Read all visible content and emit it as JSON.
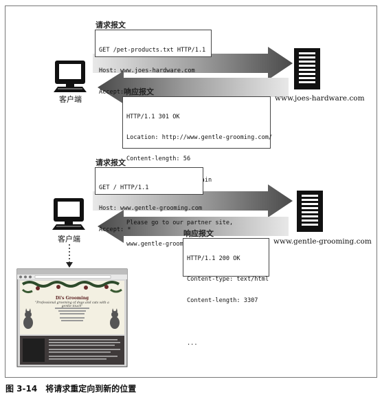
{
  "figure": {
    "caption_number": "图 3-14",
    "caption_text": "将请求重定向到新的位置"
  },
  "exchange1": {
    "request_heading": "请求报文",
    "request_lines": [
      "GET /pet-products.txt HTTP/1.1",
      "Host: www.joes-hardware.com",
      "Accept: *"
    ],
    "response_heading": "响应报文",
    "response_lines": [
      "HTTP/1.1 301 OK",
      "Location: http://www.gentle-grooming.com/",
      "Content-length: 56",
      "Content-type: text/plain",
      "",
      "Please go to our partner site,",
      "www.gentle-grooming.com"
    ],
    "client_label": "客户端",
    "server_label": "www.joes-hardware.com"
  },
  "exchange2": {
    "request_heading": "请求报文",
    "request_lines": [
      "GET / HTTP/1.1",
      "Host: www.gentle-grooming.com",
      "Accept: *"
    ],
    "response_heading": "响应报文",
    "response_lines": [
      "HTTP/1.1 200 OK",
      "Content-type: text/html",
      "Content-length: 3307",
      "",
      "..."
    ],
    "client_label": "客户端",
    "server_label": "www.gentle-grooming.com"
  },
  "browser": {
    "site_title": "Di's Grooming",
    "tagline": "\"Professional grooming of dogs and cats with a gentle touch\""
  },
  "colors": {
    "arrow_dark": "#4a4a4a",
    "arrow_light": "#dcdcdc",
    "page_background": "#ffffff"
  }
}
